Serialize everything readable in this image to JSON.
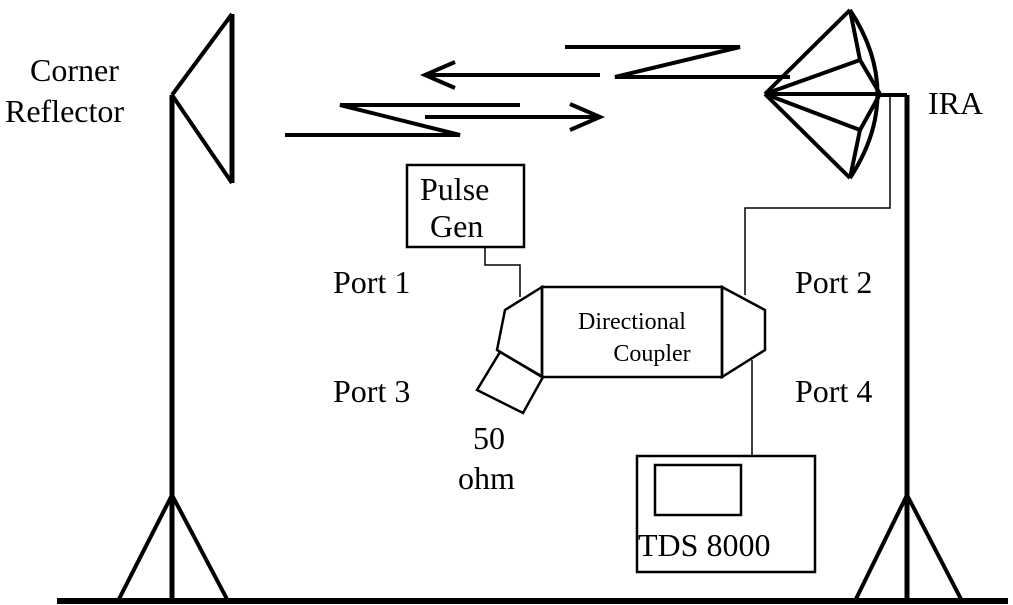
{
  "labels": {
    "corner_reflector_line1": "Corner",
    "corner_reflector_line2": "Reflector",
    "ira": "IRA",
    "pulse_gen_line1": "Pulse",
    "pulse_gen_line2": "Gen",
    "port1": "Port 1",
    "port2": "Port 2",
    "port3": "Port 3",
    "port4": "Port 4",
    "coupler_line1": "Directional",
    "coupler_line2": "Coupler",
    "load_line1": "50",
    "load_line2": "ohm",
    "scope": "TDS 8000"
  },
  "colors": {
    "stroke": "#000000",
    "background": "#ffffff"
  }
}
